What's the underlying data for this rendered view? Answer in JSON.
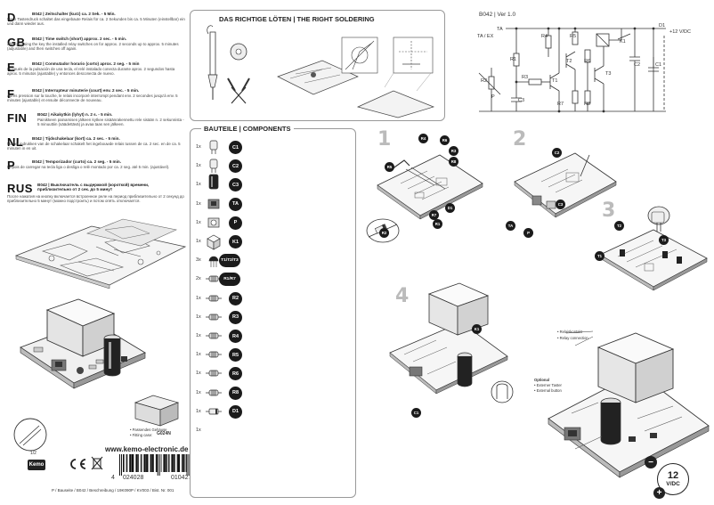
{
  "languages": [
    {
      "code": "D",
      "title": "B042 | Zeitschalter (kurz) ca. 2 Sek. - 5 Min.",
      "body": "Nach Tastendruck schaltet das eingebaute Relais für ca. 2 Sekunden bis ca. 5 Minuten (einstellbar) ein und dann wieder aus."
    },
    {
      "code": "GB",
      "title": "B042 | Time switch (short) approx. 2 sec. - 5 min.",
      "body": "After pressing the key the installed relay switches on for approx. 2 seconds up to approx. 5 minutes (adjustable) and then switches off again."
    },
    {
      "code": "E",
      "title": "B042 | Conmutador horario (corto) aprox. 2 seg. - 5 min",
      "body": "Después de la pulsación de una tecla, el relé instalado conecta durante aprox. 2 segundos hasta aprox. 5 minutos (ajustable) y entonces desconecta de nuevo."
    },
    {
      "code": "F",
      "title": "B042 | Interrupteur minuterie (court) env. 2 sec. - 5 min.",
      "body": "Après pression sur la touche, le relais incorporé interrompt pendant env. 2 secondes jusqu'à env. 5 minutes (ajustable) et ensuite déconnecte de nouveau."
    },
    {
      "code": "FIN",
      "title": "B042 | Aikakytkin (lyhyt) n. 2 s. - 5 min.",
      "body": "Painikkeen painamisen jälkeen kytkee sisäänrakennettu rele sisään n. 2 sekunnista - 5 minuuttiin (säädettävä) ja avaa taas sen jälkeen."
    },
    {
      "code": "NL",
      "title": "B042 | Tijdschakelaar (kort) ca. 2 sec. - 5 min.",
      "body": "Na het indrukken van de schakelaar schakelt het ingebouwde relais tussen de ca. 2 sec. en de ca. 5 minuten in en uit."
    },
    {
      "code": "P",
      "title": "B042 | Temporizador (curto) ca. 2 seg. - 5 min.",
      "body": "Depois de carregar na tecla liga o desliga o relé montado por ca. 2 seg. até 5 min. (ajustável)."
    },
    {
      "code": "RUS",
      "title": "B042 | Выключатель с выдержкой (короткой) времени, приблизительно от 2 сек. до 5 минут",
      "body": "После нажатия на кнопку включается встроенное реле на период приблизительно от 2 секунд до приблизительно 5 минут (можно подстроить) и потом опять отключается."
    }
  ],
  "soldering": {
    "title": "DAS RICHTIGE LÖTEN | THE RIGHT SOLDERING"
  },
  "schematic": {
    "header": "B042 | Ver 1.0",
    "labels": [
      "TA / EX",
      "TA",
      "R1",
      "R2",
      "R3",
      "R4",
      "R5",
      "R6",
      "R7",
      "R8",
      "C1",
      "C2",
      "C3",
      "T1",
      "T2",
      "T3",
      "K1",
      "D1",
      "+12 V/DC",
      "P"
    ]
  },
  "components": {
    "title": "BAUTEILE | COMPONENTS",
    "rows": [
      {
        "qty": "1x",
        "badge": "C1"
      },
      {
        "qty": "1x",
        "badge": "C2"
      },
      {
        "qty": "1x",
        "badge": "C3"
      },
      {
        "qty": "1x",
        "badge": "TA"
      },
      {
        "qty": "1x",
        "badge": "P"
      },
      {
        "qty": "1x",
        "badge": "K1"
      },
      {
        "qty": "3x",
        "badge": "T1/T2/T3"
      },
      {
        "qty": "2x",
        "badge": "R1/R7"
      },
      {
        "qty": "1x",
        "badge": "R2"
      },
      {
        "qty": "1x",
        "badge": "R3"
      },
      {
        "qty": "1x",
        "badge": "R4"
      },
      {
        "qty": "1x",
        "badge": "R5"
      },
      {
        "qty": "1x",
        "badge": "R6"
      },
      {
        "qty": "1x",
        "badge": "R8"
      },
      {
        "qty": "1x",
        "badge": "D1"
      },
      {
        "qty": "1x",
        "badge": ""
      }
    ]
  },
  "steps": {
    "s1": {
      "num": "1",
      "badges": [
        "R4",
        "R5",
        "R6",
        "R3",
        "R8",
        "D1",
        "R7",
        "R2",
        "R1"
      ]
    },
    "s2": {
      "num": "2",
      "badges": [
        "C2",
        "TA",
        "P",
        "C3"
      ]
    },
    "s3": {
      "num": "3",
      "badges": [
        "T2",
        "T3",
        "T1"
      ]
    },
    "s4": {
      "num": "4",
      "badges": [
        "K1",
        "C1"
      ]
    }
  },
  "housing": {
    "line1": "• Passendes Gehäuse",
    "line2": "• Fitting case:",
    "model": "G024N"
  },
  "url": "www.kemo-electronic.de",
  "page_no": "1/2",
  "brand": "Kemo",
  "barcode": {
    "first": "4",
    "left": "024028",
    "right": "010427"
  },
  "footer": "P / Bauseite / B042 / Beschreibung / 19K090P / KV003 / Bist. Nr. 001",
  "final": {
    "relay1": "• Relaiskontakt",
    "relay2": "• Relay connection",
    "opt_title": "Optional",
    "opt1": "• Externer Taster",
    "opt2": "• External button",
    "volt": "12",
    "volt_unit": "V/DC",
    "minus": "−",
    "plus": "+"
  }
}
